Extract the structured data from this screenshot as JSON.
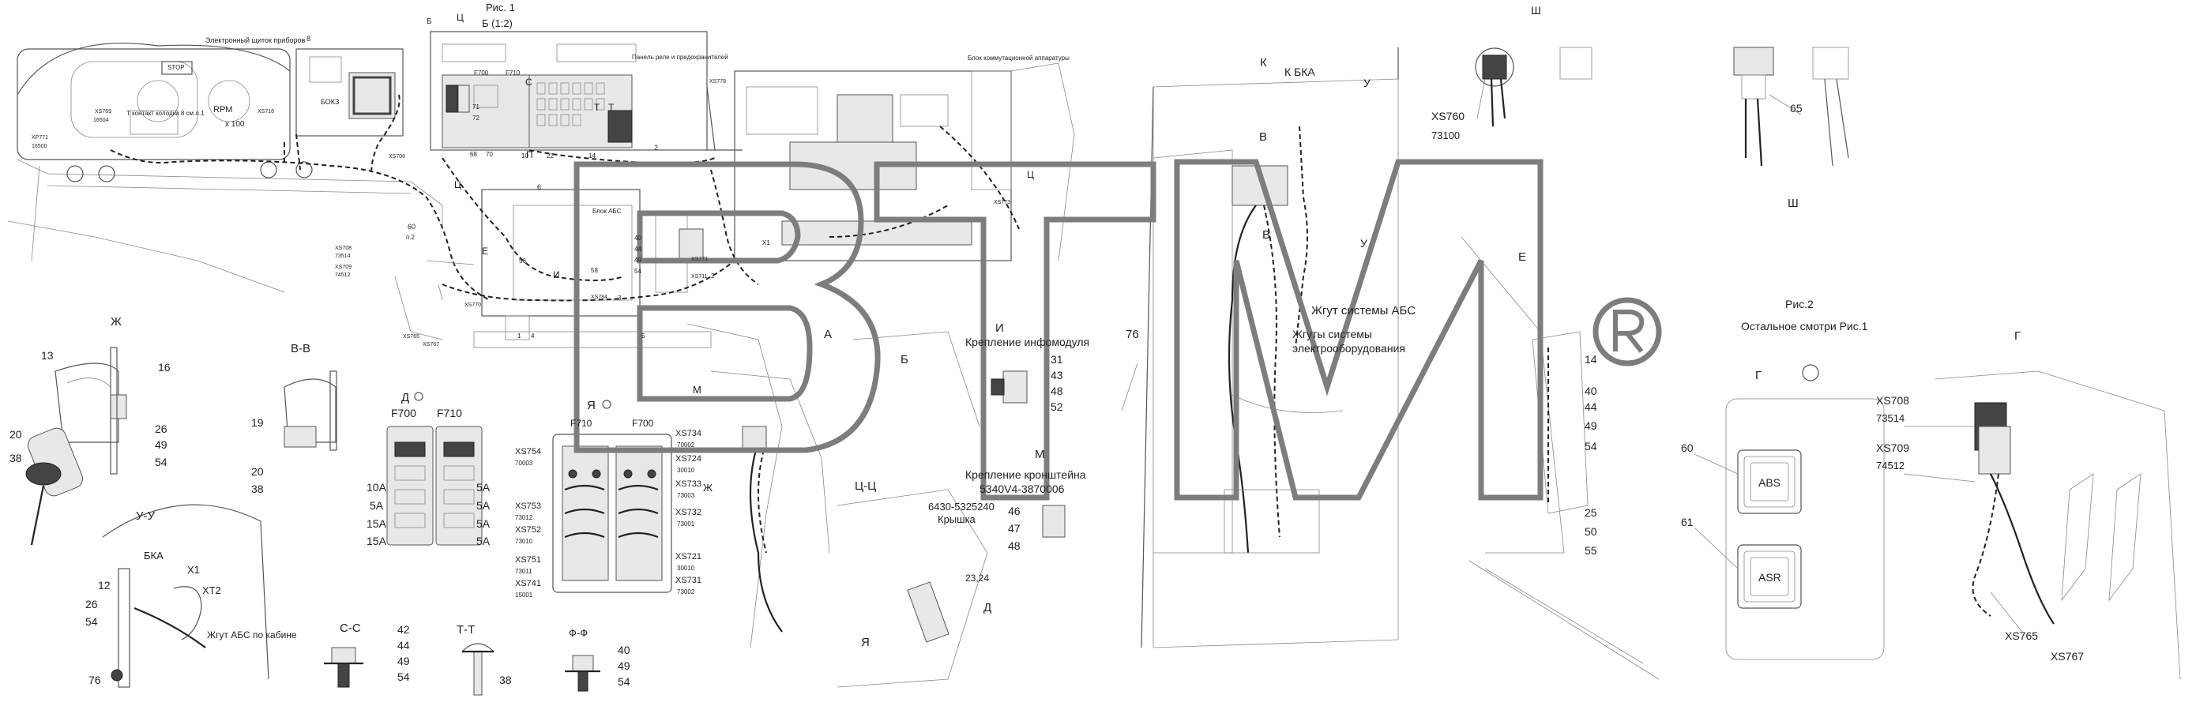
{
  "fig1": {
    "title": "Рис. 1",
    "subtitle": "Б (1:2)"
  },
  "fig2": {
    "title": "Рис.2",
    "subtitle": "Остальное смотри Рис.1"
  },
  "top": {
    "dash_label": "Электронный щиток приборов",
    "relay_label": "Панель реле и предохранителей",
    "block_label": "Блок коммутационной аппаратуры",
    "abs_block": "Блок АБС",
    "stop": "STOP",
    "bokz": "БОКЗ",
    "rpm": "RPM",
    "rpm_unit": "x 100",
    "contact_label": "Т контакт колодки 8 см.л.1",
    "marks": [
      "Ц",
      "Ц",
      "Ц",
      "Б",
      "8",
      "С",
      "П",
      "Т",
      "Т",
      "Е",
      "И",
      "6",
      "2",
      "56",
      "58",
      "60",
      "п.2",
      "40",
      "44",
      "49",
      "54",
      "10",
      "22",
      "14",
      "68",
      "70",
      "71",
      "72",
      "F700",
      "F710",
      "X1",
      "XS769",
      "16504",
      "XP771",
      "16500",
      "XS716",
      "XS706",
      "XS708",
      "73514",
      "XS709",
      "74512",
      "XS765",
      "XS767",
      "XS770",
      "XS771",
      "XS778",
      "XS773",
      "XS711",
      "XS784",
      "2",
      "4",
      "5",
      "3",
      "1"
    ]
  },
  "views": {
    "zh": "Ж",
    "zh_nums": [
      "13",
      "16",
      "20",
      "38",
      "26",
      "49",
      "54"
    ],
    "vv": "В-В",
    "vv_nums": [
      "19",
      "20",
      "38"
    ],
    "uu": "У-У",
    "bka": "БКА",
    "x1": "X1",
    "xt2": "XT2",
    "uu_nums": [
      "12",
      "26",
      "54",
      "76"
    ],
    "harness_cab": "Жгут АБС по кабине",
    "cc": "С-С",
    "cc_nums": [
      "42",
      "44",
      "49",
      "54"
    ],
    "tt": "Т-Т",
    "tt_num": "38",
    "ff": "Ф-Ф",
    "ff_nums": [
      "40",
      "49",
      "54"
    ],
    "d": "Д",
    "fuse_a": "F700",
    "fuse_b": "F710",
    "amps_left": [
      "10А",
      "5А",
      "15А",
      "15А"
    ],
    "amps_right": [
      "5А",
      "5А",
      "5А",
      "5А"
    ]
  },
  "relay": {
    "ya": "Я",
    "m": "М",
    "f710": "F710",
    "f700": "F700",
    "zh": "Ж",
    "left": [
      "XS754",
      "70003",
      "XS753",
      "73012",
      "XS752",
      "73010",
      "XS751",
      "73011",
      "XS741",
      "15001"
    ],
    "right": [
      "XS734",
      "70002",
      "XS724",
      "30010",
      "XS733",
      "73003",
      "XS732",
      "73001",
      "XS721",
      "30010",
      "XS731",
      "73002"
    ]
  },
  "center": {
    "a": "А",
    "b": "Б",
    "cc": "Ц-Ц",
    "ya": "Я",
    "d": "Д",
    "mount_letter": "И",
    "mount_info": "Крепление инфомодуля",
    "mount_info_nums": [
      "31",
      "43",
      "48",
      "52"
    ],
    "m_letter": "М",
    "mount_bracket": "Крепление кронштейна",
    "bracket_code": "5340V4-3870006",
    "cover_code": "6430-5325240",
    "cover": "Крышка",
    "m_nums": [
      "46",
      "47",
      "48"
    ],
    "pair": "23,24"
  },
  "right": {
    "k": "К",
    "kbka": "К БКА",
    "u1": "У",
    "u2": "У",
    "v1": "В",
    "v2": "В",
    "e": "Е",
    "num76": "76",
    "harness_abs": "Жгут системы АБС",
    "harness_el1": "Жгуты системы",
    "harness_el2": "электрооборудования",
    "nums_a": [
      "14",
      "40",
      "44",
      "49",
      "54"
    ],
    "nums_b": [
      "25",
      "50",
      "55"
    ],
    "sh": "Ш",
    "sh2": "Ш",
    "xs760": "XS760",
    "code760": "73100",
    "num65": "65"
  },
  "fig2_labels": {
    "g": "Г",
    "g2": "Г",
    "xs708": "XS708",
    "c708": "73514",
    "xs709": "XS709",
    "c709": "74512",
    "n60": "60",
    "n61": "61",
    "abs": "ABS",
    "asr": "ASR",
    "xs765": "XS765",
    "xs767": "XS767"
  },
  "watermark": "ВТМ"
}
